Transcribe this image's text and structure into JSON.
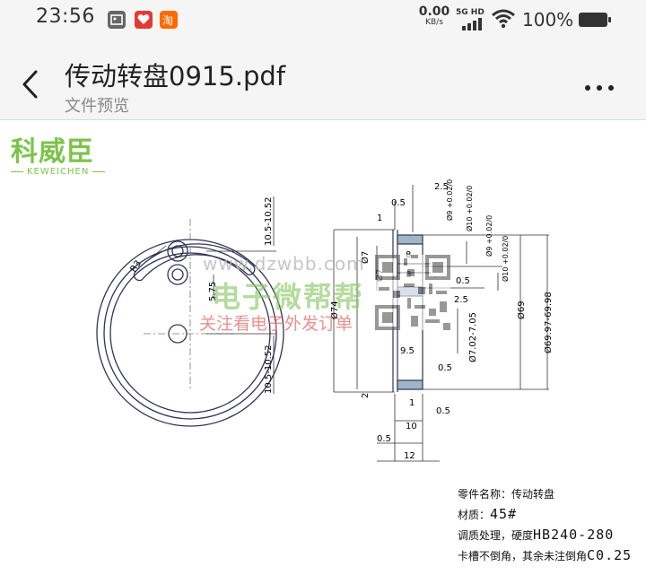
{
  "status": {
    "time": "23:56",
    "net_speed_value": "0.00",
    "net_speed_unit": "KB/s",
    "network_label": "5G HD",
    "battery": "100%",
    "app_icons": [
      {
        "icon": "gallery-icon",
        "color": "#555555"
      },
      {
        "icon": "health-icon",
        "color": "#e53935"
      },
      {
        "icon": "taobao-icon",
        "color": "#ff6a00"
      }
    ]
  },
  "appbar": {
    "title": "传动转盘0915.pdf",
    "subtitle": "文件预览",
    "back_icon": "back-chevron-icon",
    "more_icon": "more-vertical-dots-icon"
  },
  "document": {
    "logo_cn": "科威臣",
    "logo_en": "KEWEICHEN",
    "watermark_url": "www.dzwbb.com",
    "watermark_title": "电子微帮帮",
    "watermark_sub": "关注看电子外发订单",
    "dimensions": {
      "r3": "R3",
      "d7_top": "Ø7",
      "d7_mid": "Ø7",
      "d575": "5.75",
      "d74": "Ø74",
      "top_range": "10.5-10.52",
      "bottom_range": "10.5-10.52",
      "d25_top": "2.5",
      "d05_top": "0.5",
      "d1_left": "1",
      "d8_a": "8",
      "d8_b": "8",
      "d05_mid": "0.5",
      "d25_mid": "2.5",
      "d9_tol_1": "Ø9 +0.02/0",
      "d10_tol_1": "Ø10 +0.02/0",
      "d9_tol_2": "Ø9 +0.02/0",
      "d10_tol_2": "Ø10 +0.02/0",
      "d7_range": "Ø7.02-7.05",
      "d69": "Ø69",
      "d69_range": "Ø69.97-69.98",
      "d95": "9.5",
      "d05_low": "0.5",
      "d2": "2",
      "d1_bottom": "1",
      "d05_bottom": "0.5",
      "d10_bottom": "10",
      "d05_bottom2": "0.5",
      "d12_bottom": "12"
    },
    "spec": {
      "part_label": "零件名称：传动转盘",
      "material_label": "材质：",
      "material_value": "45#",
      "heat_label": "调质处理，硬度",
      "heat_value": "HB240-280",
      "chamfer_label": "卡槽不倒角，其余未注倒角",
      "chamfer_value": "C0.25"
    }
  }
}
